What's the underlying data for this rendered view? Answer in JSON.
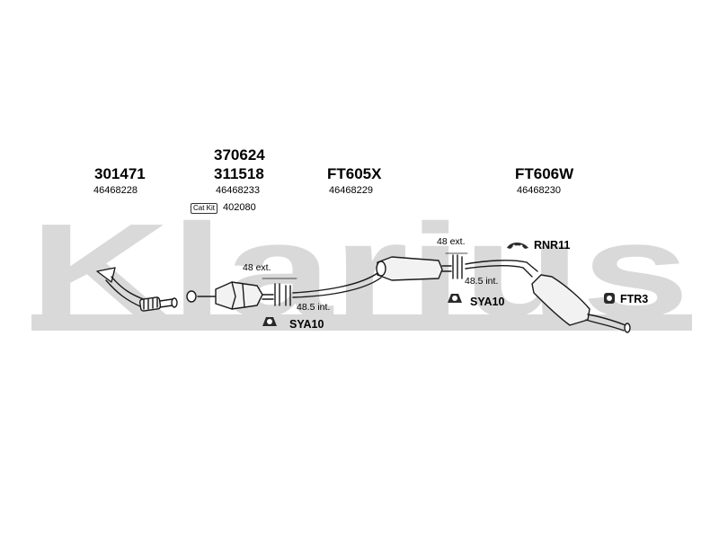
{
  "watermark": {
    "text": "Klarius",
    "color": "#d9d9d9"
  },
  "columns": [
    {
      "codes": [
        "301471"
      ],
      "oe": "46468228"
    },
    {
      "codes": [
        "370624",
        "311518"
      ],
      "oe": "46468233"
    },
    {
      "codes": [
        "FT605X"
      ],
      "oe": "46468229"
    },
    {
      "codes": [
        "FT606W"
      ],
      "oe": "46468230"
    }
  ],
  "catkit": {
    "badge": "Cat Kit",
    "number": "402080"
  },
  "dimensions": {
    "front_ext": "48 ext.",
    "front_int": "48.5 int.",
    "rear_ext": "48 ext.",
    "rear_int": "48.5 int."
  },
  "fittings": {
    "sya10_front": {
      "label": "SYA10",
      "icon": "rubber-hanger-icon"
    },
    "sya10_rear": {
      "label": "SYA10",
      "icon": "rubber-hanger-icon"
    },
    "rnr11": {
      "label": "RNR11",
      "icon": "hanger-ring-icon"
    },
    "ftr3": {
      "label": "FTR3",
      "icon": "tailpipe-trim-icon"
    }
  }
}
